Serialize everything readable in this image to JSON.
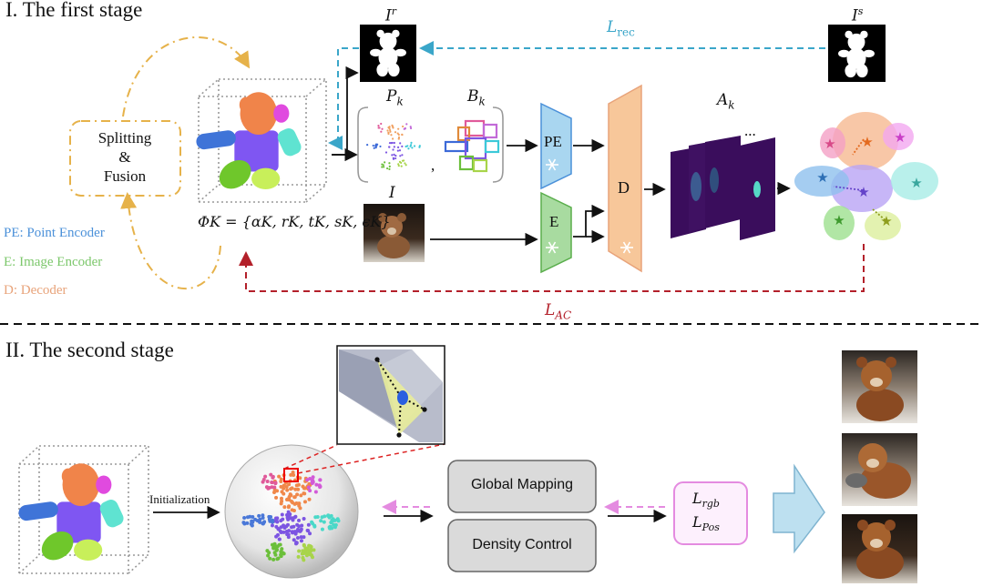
{
  "stage1": {
    "title": "I. The first stage",
    "split_fusion": [
      "Splitting",
      "&",
      "Fusion"
    ],
    "phi_formula": "ΦK = {αK, rK, tK, sK, ϵK}",
    "I_r": "I",
    "I_r_sup": "r",
    "I_s": "I",
    "I_s_sup": "s",
    "L_rec": "L",
    "L_rec_sub": "rec",
    "P_k": "P",
    "P_k_sub": "k",
    "B_k": "B",
    "B_k_sub": "k",
    "comma": ",",
    "I_label": "I",
    "A_k": "A",
    "A_k_sub": "k",
    "ellipsis": "...",
    "PE": "PE",
    "E": "E",
    "D": "D",
    "L_AC": "L",
    "L_AC_sub": "AC",
    "legend": [
      {
        "text": "PE: Point Encoder",
        "color": "#4a90d9"
      },
      {
        "text": "E: Image Encoder",
        "color": "#7cc76b"
      },
      {
        "text": "D: Decoder",
        "color": "#e8a37a"
      }
    ]
  },
  "stage2": {
    "title": "II. The second stage",
    "initialization": "Initialization",
    "global_mapping": "Global Mapping",
    "density_control": "Density Control",
    "L_rgb": "L",
    "L_rgb_sub": "rgb",
    "L_pos": "L",
    "L_pos_sub": "Pos"
  },
  "colors": {
    "orange_dash": "#e6b24a",
    "blue_dash": "#3aa6c9",
    "red_dash": "#b3202a",
    "pink_dash": "#e48be0",
    "pe_fill": "#a9d6f0",
    "e_fill": "#a8dba0",
    "d_fill": "#f7c79a",
    "feature_purple": "#3a0d5c"
  }
}
